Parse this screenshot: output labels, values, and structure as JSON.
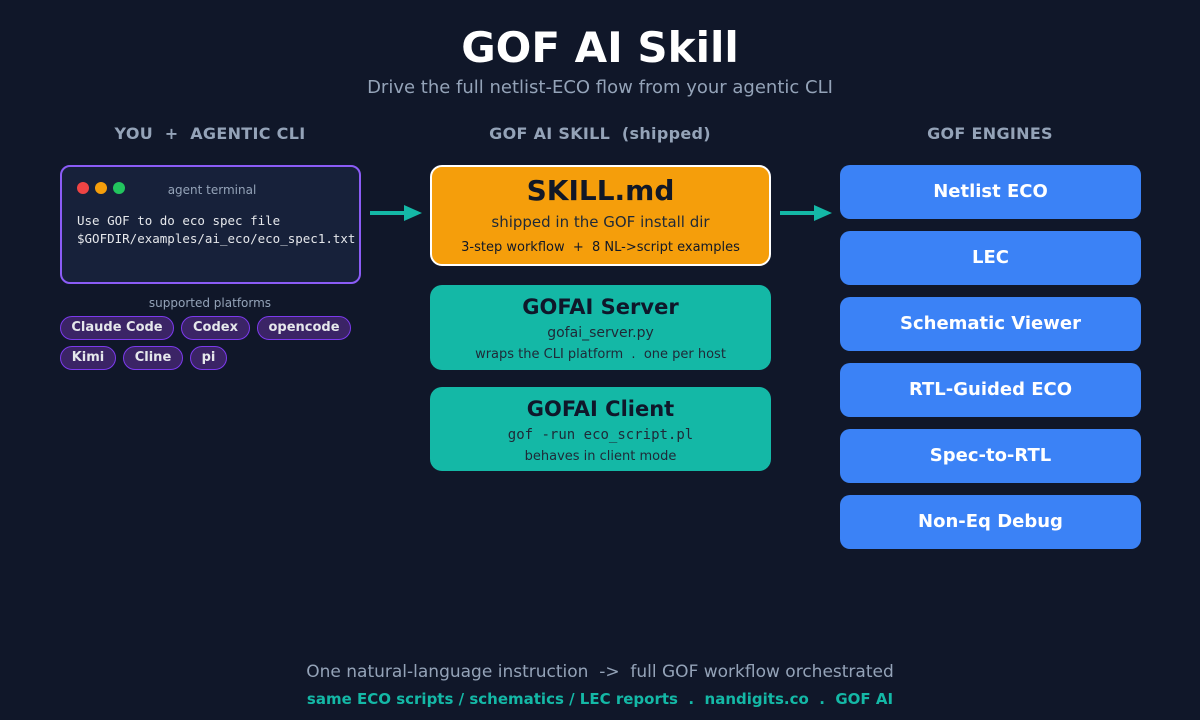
{
  "header": {
    "title": "GOF AI Skill",
    "subtitle": "Drive the full netlist-ECO flow from your agentic CLI"
  },
  "columns": {
    "left": "YOU  +  AGENTIC CLI",
    "middle": "GOF AI SKILL  (shipped)",
    "right": "GOF ENGINES"
  },
  "terminal": {
    "title": "agent terminal",
    "line1": "Use GOF to do eco spec file",
    "line2": "$GOFDIR/examples/ai_eco/eco_spec1.txt"
  },
  "platforms": {
    "label": "supported platforms",
    "items": [
      "Claude Code",
      "Codex",
      "opencode",
      "Kimi",
      "Cline",
      "pi"
    ]
  },
  "skill": {
    "title": "SKILL.md",
    "line1": "shipped in the GOF install dir",
    "line2": "3-step workflow  +  8 NL->script examples"
  },
  "server": {
    "title": "GOFAI Server",
    "file": "gofai_server.py",
    "note": "wraps the CLI platform  .  one per host"
  },
  "client": {
    "title": "GOFAI Client",
    "command": "gof -run eco_script.pl",
    "note": "behaves in client mode"
  },
  "engines": [
    "Netlist ECO",
    "LEC",
    "Schematic Viewer",
    "RTL-Guided ECO",
    "Spec-to-RTL",
    "Non-Eq Debug"
  ],
  "footer": {
    "line1": "One natural-language instruction  ->  full GOF workflow orchestrated",
    "line2": "same ECO scripts / schematics / LEC reports  .  nandigits.co  .  GOF AI"
  },
  "colors": {
    "background": "#101729",
    "terminal_border": "#8b5cf6",
    "skill": "#f59e0b",
    "teal": "#14b8a6",
    "engine": "#3b82f6",
    "pill": "#3b2466"
  }
}
